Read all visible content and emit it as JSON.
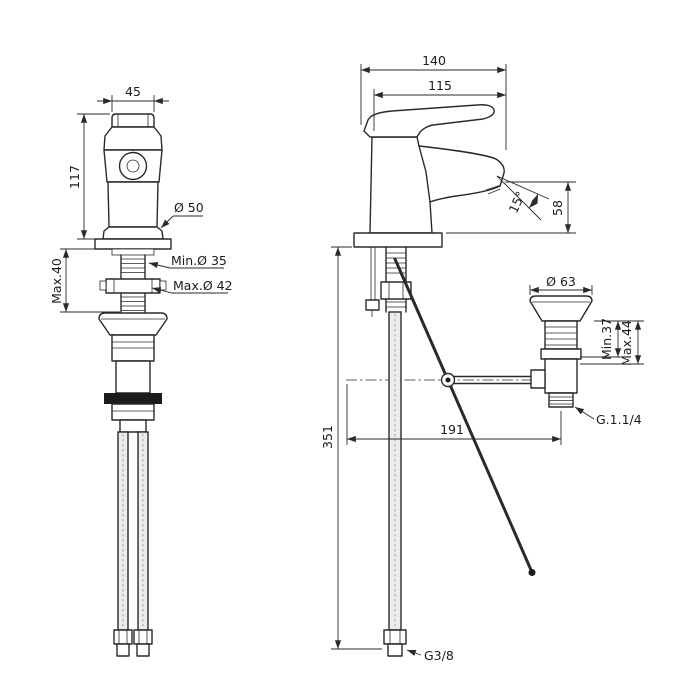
{
  "drawing": {
    "front_view": {
      "dims": {
        "cap_width": "45",
        "body_height": "117",
        "base_diameter": "Ø 50",
        "hole_min_diameter": "Min.Ø 35",
        "hole_max_diameter": "Max.Ø 42",
        "deck_thickness_max": "Max.40"
      }
    },
    "side_view": {
      "dims": {
        "overall_depth": "140",
        "spout_reach": "115",
        "spout_angle": "15°",
        "spout_height": "58",
        "waste_flange_diameter": "Ø 63",
        "waste_deck_min": "Min.37",
        "waste_deck_max": "Max.44",
        "waste_offset": "191",
        "waste_thread": "G.1.1/4",
        "supply_length": "351",
        "supply_thread": "G3/8"
      }
    }
  }
}
